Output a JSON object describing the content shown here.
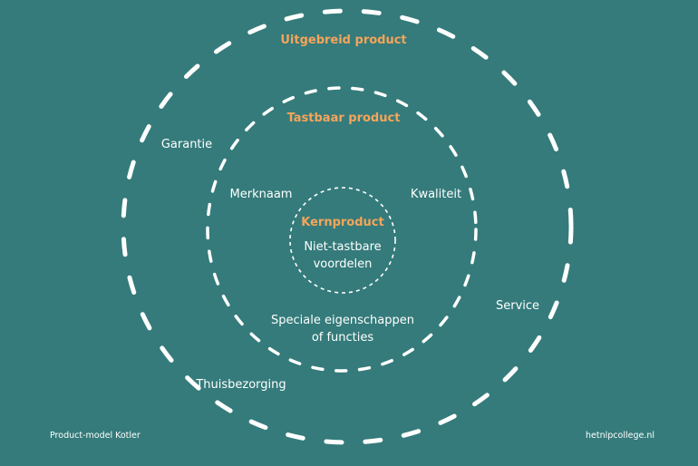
{
  "rings": {
    "outer": {
      "title": "Uitgebreid product"
    },
    "middle": {
      "title": "Tastbaar product"
    },
    "inner": {
      "title": "Kernproduct",
      "body": [
        "Niet-tastbare",
        "voordelen"
      ]
    }
  },
  "outer_items": {
    "garantie": "Garantie",
    "service": "Service",
    "thuisbezorging": "Thuisbezorging"
  },
  "middle_items": {
    "merknaam": "Merknaam",
    "kwaliteit": "Kwaliteit",
    "speciale": [
      "Speciale eigenschappen",
      "of functies"
    ]
  },
  "footer": {
    "left": "Product-model Kotler",
    "right": "hetnlpcollege.nl"
  },
  "colors": {
    "background": "#357b7b",
    "title_accent": "#f4a55b",
    "ring": "#ffffff"
  }
}
